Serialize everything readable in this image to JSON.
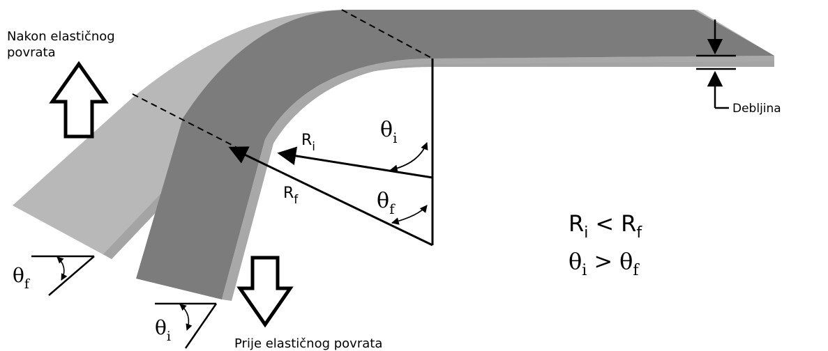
{
  "labels": {
    "after_springback": [
      "Nakon elastičnog",
      "povrata"
    ],
    "before_springback": "Prije elastičnog povrata",
    "thickness": "Debljina",
    "Ri": {
      "base": "R",
      "sub": "i"
    },
    "Rf": {
      "base": "R",
      "sub": "f"
    },
    "theta_i": {
      "base": "θ",
      "sub": "i"
    },
    "theta_f": {
      "base": "θ",
      "sub": "f"
    },
    "relation_radius": {
      "left": "R",
      "left_sub": "i",
      "op": "<",
      "right": "R",
      "right_sub": "f"
    },
    "relation_angle": {
      "left": "θ",
      "left_sub": "i",
      "op": ">",
      "right": "θ",
      "right_sub": "f"
    }
  },
  "colors": {
    "sheet_before_top": "#7a7a7a",
    "sheet_before_edge": "#5e5e5e",
    "sheet_after": "#b8b8b8",
    "sheet_after_edge": "#a0a0a0",
    "lines": "#000000"
  },
  "icons": {
    "up_arrow": "hollow-arrow-up-icon",
    "down_arrow": "hollow-arrow-down-icon"
  }
}
